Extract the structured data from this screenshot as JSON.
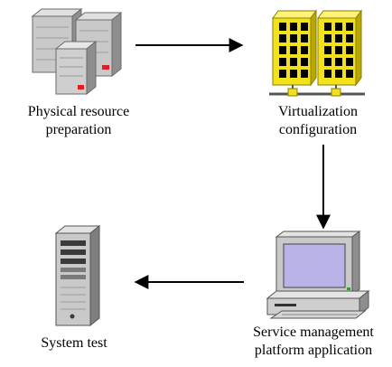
{
  "steps": [
    {
      "id": "physical",
      "icon": "server-cluster-icon",
      "lines": [
        "Physical resource",
        "preparation"
      ]
    },
    {
      "id": "virtualization",
      "icon": "buildings-network-icon",
      "lines": [
        "Virtualization",
        "configuration"
      ]
    },
    {
      "id": "platform",
      "icon": "desktop-computer-icon",
      "lines": [
        "Service management",
        "platform application"
      ]
    },
    {
      "id": "test",
      "icon": "tower-server-icon",
      "lines": [
        "System test"
      ]
    }
  ],
  "colors": {
    "arrow": "#000000",
    "server_body": "#c4c4c4",
    "server_dark": "#8a8a8a",
    "led": "#e02020",
    "building": "#f2e21c",
    "building_dark": "#b9a800",
    "window": "#000000",
    "monitor_screen": "#b9b3e8",
    "monitor_body": "#c9c9c9"
  }
}
